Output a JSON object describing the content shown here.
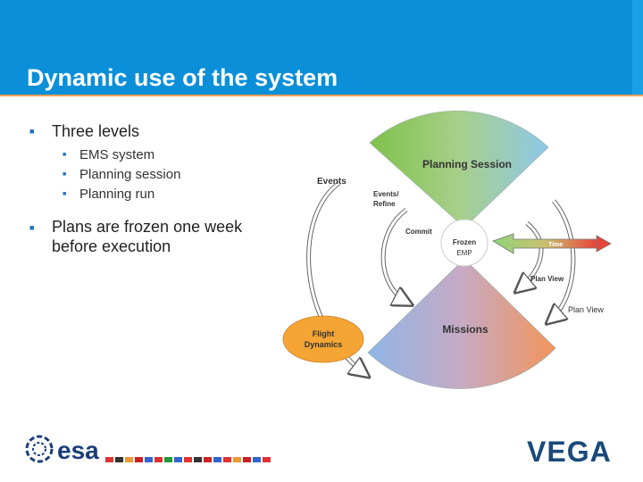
{
  "slide": {
    "title": "Dynamic use of the system",
    "bullets": [
      {
        "text": "Three levels",
        "sub": [
          "EMS system",
          "Planning session",
          "Planning run"
        ]
      },
      {
        "text_line1": "Plans are frozen one week",
        "text_line2": "before execution"
      }
    ]
  },
  "diagram": {
    "planning_session": "Planning Session",
    "missions": "Missions",
    "events": "Events",
    "events_refine_line1": "Events/",
    "events_refine_line2": "Refine",
    "commit": "Commit",
    "frozen_line1": "Frozen",
    "frozen_line2": "EMP",
    "time": "Time",
    "plan_view_inner": "Plan View",
    "plan_view_outer": "Plan View",
    "flight_dynamics_line1": "Flight",
    "flight_dynamics_line2": "Dynamics"
  },
  "footer": {
    "esa_logo": "esa",
    "vega_logo": "VEGA"
  },
  "colors": {
    "header_blue": "#0a8fd8",
    "accent_orange": "#f5a05a",
    "flight_dynamics": "#f4a534",
    "time_arrow": "#e8443a"
  },
  "icons": [
    "square-bullet-icon",
    "esa-logo",
    "vega-logo",
    "flag-strip"
  ]
}
